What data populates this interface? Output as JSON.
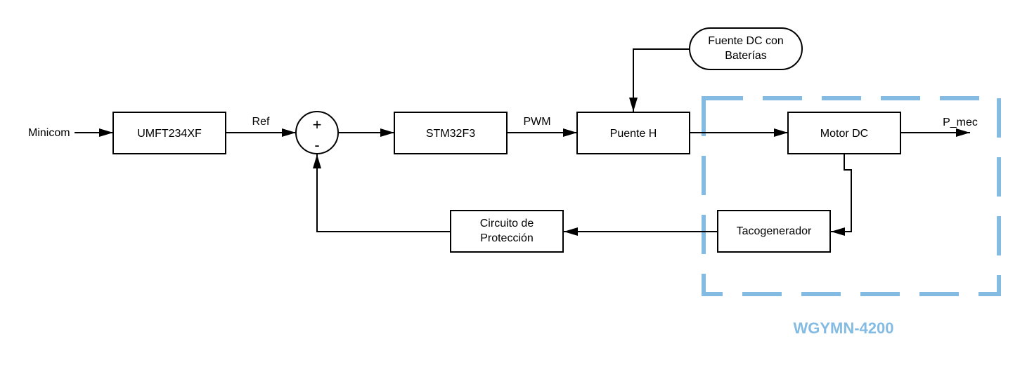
{
  "diagram": {
    "title": "",
    "colors": {
      "line": "#000000",
      "group_border": "#84BBE3",
      "group_label": "#84BBE3"
    },
    "blocks": {
      "umft": "UMFT234XF",
      "stm": "STM32F3",
      "puente": "Puente H",
      "motor": "Motor DC",
      "taco": "Tacogenerador",
      "circuito_l1": "Circuito de",
      "circuito_l2": "Protección",
      "fuente_l1": "Fuente DC con",
      "fuente_l2": "Baterías"
    },
    "labels": {
      "minicom": "Minicom",
      "ref": "Ref",
      "pwm": "PWM",
      "p_mec": "P_mec"
    },
    "summing_junction": {
      "plus": "+",
      "minus": "-"
    },
    "group": {
      "label": "WGYMN-4200"
    }
  }
}
